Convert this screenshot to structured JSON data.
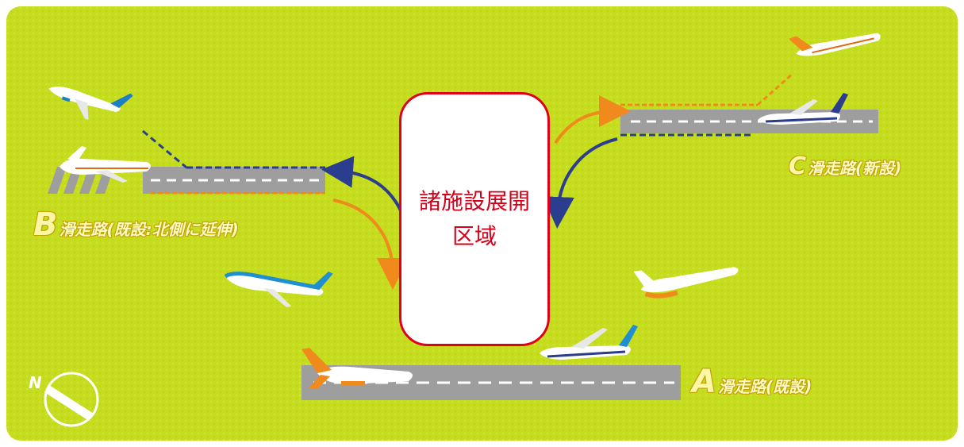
{
  "center_area": {
    "line1": "諸施設展開",
    "line2": "区域"
  },
  "runways": {
    "b": {
      "letter": "B",
      "text": "滑走路(既設:北側に延伸)"
    },
    "a": {
      "letter": "A",
      "text": "滑走路(既設)"
    },
    "c": {
      "letter": "C",
      "text": "滑走路(新設)"
    }
  },
  "compass": {
    "north_label": "N"
  },
  "colors": {
    "background": "#c6dc1e",
    "runway": "#9e9e9e",
    "arrow_orange": "#f08a1c",
    "arrow_navy": "#2b3d8f",
    "center_border": "#e0001a"
  }
}
